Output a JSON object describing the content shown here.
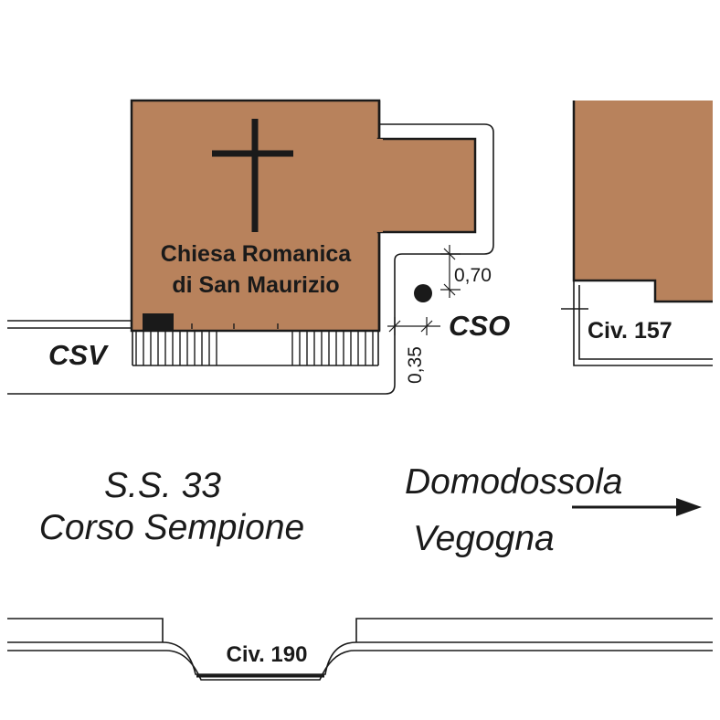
{
  "church": {
    "name_line1": "Chiesa Romanica",
    "name_line2": "di San Maurizio"
  },
  "labels": {
    "csv": "CSV",
    "cso": "CSO",
    "civ157": "Civ. 157",
    "civ190": "Civ. 190"
  },
  "dimensions": {
    "d1": "0,70",
    "d2": "0,35"
  },
  "road": {
    "line1": "S.S. 33",
    "line2": "Corso Sempione"
  },
  "direction": {
    "line1": "Domodossola",
    "line2": "Vegogna"
  },
  "colors": {
    "building": "#b8825c",
    "ink": "#1a1a1a"
  }
}
